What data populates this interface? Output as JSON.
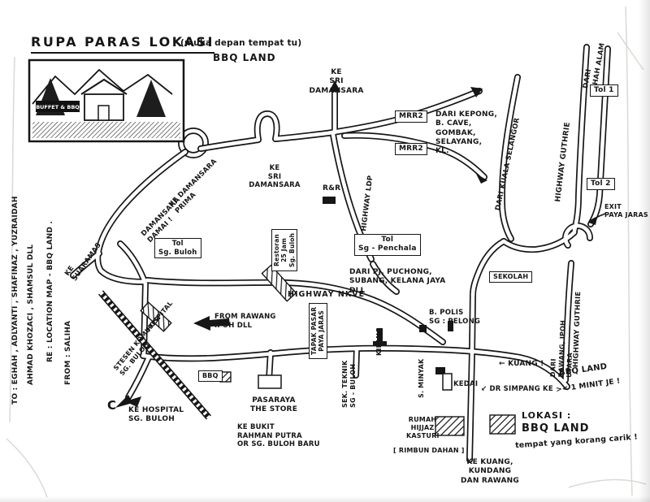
{
  "colors": {
    "ink": "#161616",
    "paper": "#ffffff"
  },
  "page": {
    "title": "RUPA PARAS LOKASI",
    "title_note": "(muka depan tempat tu)",
    "subtitle": "BBQ LAND"
  },
  "inset": {
    "sign": "BUFFET & BBQ"
  },
  "memo": {
    "to1": "TO : EGHAH , ADLYANTI , SHAFINAZ , YUZRAIDAH",
    "to2": "AHMAD KHOZACI , SHAMSUL DLL",
    "re": "RE : LOCATION MAP - BBQ LAND .",
    "from": "FROM : SALIHA"
  },
  "labels": {
    "ke_sri_damansara_top": "KE\nSRI DAMANSARA",
    "mrr2_a": "MRR2",
    "mrr2_b": "MRR2",
    "dari_kepong": "DARI KEPONG,\nB. CAVE,\nGOMBAK,\nSELAYANG,\nKL.",
    "dari_kuala_selangor": "DARI KUALA SELANGOR",
    "dari_shah_alam": "DARI\nSHAH ALAM",
    "tol_1": "Tol 1",
    "tol_2": "Tol 2",
    "highway_guthrie_utara": "HIGHWAY GUTHRIE",
    "highway_guthrie_selatan": "HIGHWAY GUTHRIE",
    "exit_paya_jaras": "EXIT\nPAYA JARAS",
    "ke_damansara_prima": "KE DAMANSARA\nPRIMA",
    "damansara_damai": "DAMANSARA\nDAMAI !",
    "ke_sri_damansara_mid": "KE\nSRI DAMANSARA",
    "rr": "R&R",
    "highway_ldp": "HIGHWAY LDP",
    "tol_sg_penchala": "Tol\nSg - Penchala",
    "dari_pj": "DARI PJ, PUCHONG,\nSUBANG, KELANA JAYA\nDLL",
    "ke_suaramas": "KE\nSUARAMAS",
    "tol_sg_buloh": "Tol\nSg. Buloh",
    "restoran_25_jam": "Restoran\n25 Jam\nSg. Buloh",
    "highway_nkve": "HIGHWAY NKVE",
    "from_rawang": "FROM RAWANG\nIPOH DLL",
    "stesen_komuter": "STESEN KOMUTER\nSG. BULOH",
    "hospital": "HOSPITAL",
    "bbq_stall": "BBQ",
    "c_marker": "C",
    "ke_hospital": "KE HOSPITAL\nSG. BULOH",
    "pasaraya": "PASARAYA\nTHE STORE",
    "ke_bukit": "KE BUKIT\nRAHMAN PUTRA\nOR SG. BULOH BARU",
    "sek_teknik": "SEK. TEKNIK\nSG - BULOH",
    "tapak_pasar": "TAPAK PASAR\nPAYA JARAS",
    "kilang": "KILANG",
    "b_polis": "B. POLIS\nSG : PELONG",
    "sekolah": "SEKOLAH",
    "s_minyak": "S. MINYAK",
    "kedai": "KEDAI",
    "kuang": "← KUANG !",
    "dr_simpang": "↙ DR SIMPANG KE",
    "bbq_land_note": "BBQ LAND",
    "minit": ">< 1 MINIT JE !",
    "rumah_kasturi": "RUMAH\nHIJJAZ\nKASTURI",
    "rimbun_dahan": "[ RIMBUN DAHAN ]",
    "lokasi_heading": "LOKASI :",
    "lokasi_name": "BBQ LAND",
    "lokasi_note": "tempat yang korang carik !",
    "ke_kuang_bottom": "KE KUANG, KUNDANG\nDAN RAWANG",
    "dari_rawang": "DARI\nRAWANG, IPOH\nUTARA"
  }
}
